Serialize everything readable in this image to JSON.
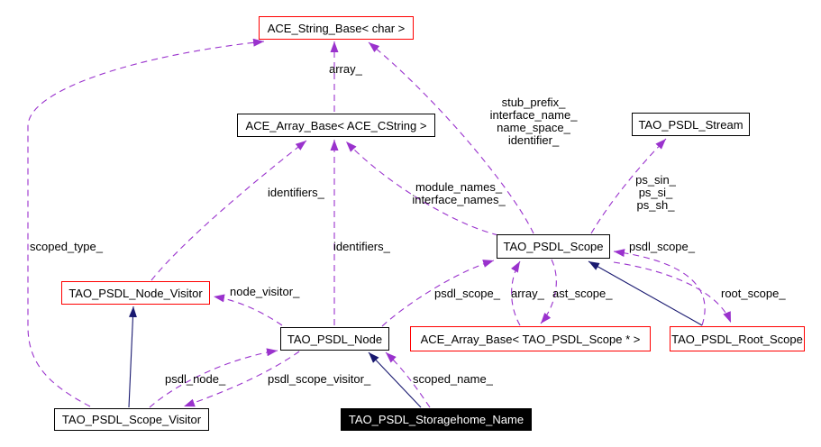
{
  "diagram": {
    "type": "collaboration-graph",
    "background": "#ffffff",
    "colors": {
      "usage_edge": "#9a32cd",
      "inheritance_edge": "#191970",
      "node_border": "#000000",
      "highlight_node_border": "#ff0000",
      "main_node_fill": "#000000",
      "main_node_text": "#ffffff",
      "label_text": "#000000"
    },
    "nodes": {
      "string_base": {
        "label": "ACE_String_Base< char >",
        "style": "red"
      },
      "array_cstring": {
        "label": "ACE_Array_Base< ACE_CString >",
        "style": "black"
      },
      "stream": {
        "label": "TAO_PSDL_Stream",
        "style": "black"
      },
      "scope": {
        "label": "TAO_PSDL_Scope",
        "style": "black"
      },
      "node_visitor": {
        "label": "TAO_PSDL_Node_Visitor",
        "style": "red"
      },
      "node": {
        "label": "TAO_PSDL_Node",
        "style": "black"
      },
      "array_scope": {
        "label": "ACE_Array_Base< TAO_PSDL_Scope * >",
        "style": "red"
      },
      "root_scope": {
        "label": "TAO_PSDL_Root_Scope",
        "style": "red"
      },
      "scope_visitor": {
        "label": "TAO_PSDL_Scope_Visitor",
        "style": "black"
      },
      "storagehome_name": {
        "label": "TAO_PSDL_Storagehome_Name",
        "style": "main"
      }
    },
    "edge_labels": {
      "array_string": "array_",
      "stub_group": [
        "stub_prefix_",
        "interface_name_",
        "name_space_",
        "identifier_"
      ],
      "identifiers_upper": "identifiers_",
      "module_group": [
        "module_names_",
        "interface_names_"
      ],
      "identifiers_lower": "identifiers_",
      "ps_group": [
        "ps_sin_",
        "ps_si_",
        "ps_sh_"
      ],
      "psdl_scope_right": "psdl_scope_",
      "scoped_type": "scoped_type_",
      "node_visitor": "node_visitor_",
      "psdl_scope_left": "psdl_scope_",
      "array_scope": "array_",
      "ast_scope": "ast_scope_",
      "root_scope": "root_scope_",
      "psdl_node": "psdl_node_",
      "psdl_scope_visitor": "psdl_scope_visitor_",
      "scoped_name": "scoped_name_"
    },
    "edges": [
      {
        "from": "scope_visitor",
        "to": "string_base",
        "label": "scoped_type_",
        "type": "usage"
      },
      {
        "from": "array_cstring",
        "to": "string_base",
        "label": "array_",
        "type": "usage"
      },
      {
        "from": "scope",
        "to": "string_base",
        "label": "stub_prefix_ interface_name_ name_space_ identifier_",
        "type": "usage"
      },
      {
        "from": "node_visitor",
        "to": "array_cstring",
        "label": "identifiers_",
        "type": "usage"
      },
      {
        "from": "node",
        "to": "array_cstring",
        "label": "identifiers_",
        "type": "usage"
      },
      {
        "from": "scope",
        "to": "array_cstring",
        "label": "module_names_ interface_names_",
        "type": "usage"
      },
      {
        "from": "scope",
        "to": "stream",
        "label": "ps_sin_ ps_si_ ps_sh_",
        "type": "usage"
      },
      {
        "from": "node",
        "to": "scope",
        "label": "psdl_scope_",
        "type": "usage"
      },
      {
        "from": "array_scope",
        "to": "scope",
        "label": "array_",
        "type": "usage"
      },
      {
        "from": "scope",
        "to": "array_scope",
        "label": "ast_scope_",
        "type": "usage"
      },
      {
        "from": "root_scope",
        "to": "scope",
        "label": "psdl_scope_",
        "type": "usage"
      },
      {
        "from": "scope",
        "to": "root_scope",
        "label": "root_scope_",
        "type": "usage"
      },
      {
        "from": "node",
        "to": "node_visitor",
        "label": "node_visitor_",
        "type": "usage"
      },
      {
        "from": "scope_visitor",
        "to": "node",
        "label": "psdl_node_",
        "type": "usage"
      },
      {
        "from": "node",
        "to": "scope_visitor",
        "label": "psdl_scope_visitor_",
        "type": "usage"
      },
      {
        "from": "storagehome_name",
        "to": "node",
        "label": "scoped_name_",
        "type": "usage"
      },
      {
        "from": "root_scope",
        "to": "scope",
        "type": "inheritance"
      },
      {
        "from": "scope_visitor",
        "to": "node_visitor",
        "type": "inheritance"
      },
      {
        "from": "storagehome_name",
        "to": "node",
        "type": "inheritance"
      }
    ]
  }
}
